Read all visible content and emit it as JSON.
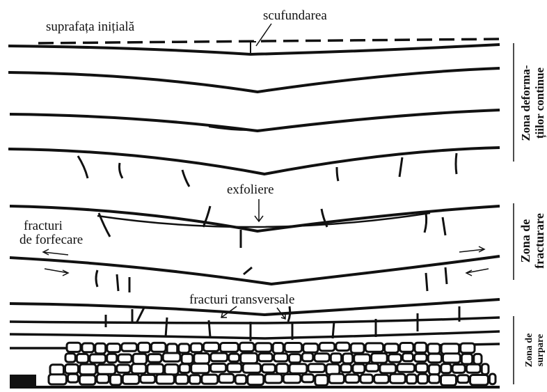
{
  "labels": {
    "initial_surface": "suprafața inițială",
    "subsidence": "scufundarea",
    "exfoliation": "exfoliere",
    "shear_fractures_1": "fracturi",
    "shear_fractures_2": "de forfecare",
    "transverse_fractures": "fracturi transversale"
  },
  "zones": {
    "continuous_1": "Zona deforma-",
    "continuous_2": "țiilor continue",
    "fracture_1": "Zona  de",
    "fracture_2": "fracturare",
    "collapse_1": "Zona de",
    "collapse_2": "surpare"
  },
  "colors": {
    "ink": "#111111",
    "paper": "#ffffff"
  }
}
